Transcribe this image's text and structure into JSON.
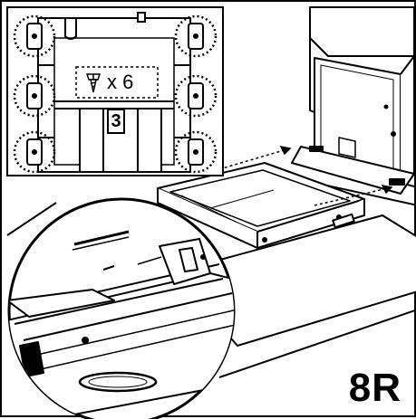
{
  "step": {
    "label": "8R"
  },
  "inset": {
    "screw_quantity": "x 6",
    "reference_number": "3",
    "screw_icon": "screw-icon"
  }
}
